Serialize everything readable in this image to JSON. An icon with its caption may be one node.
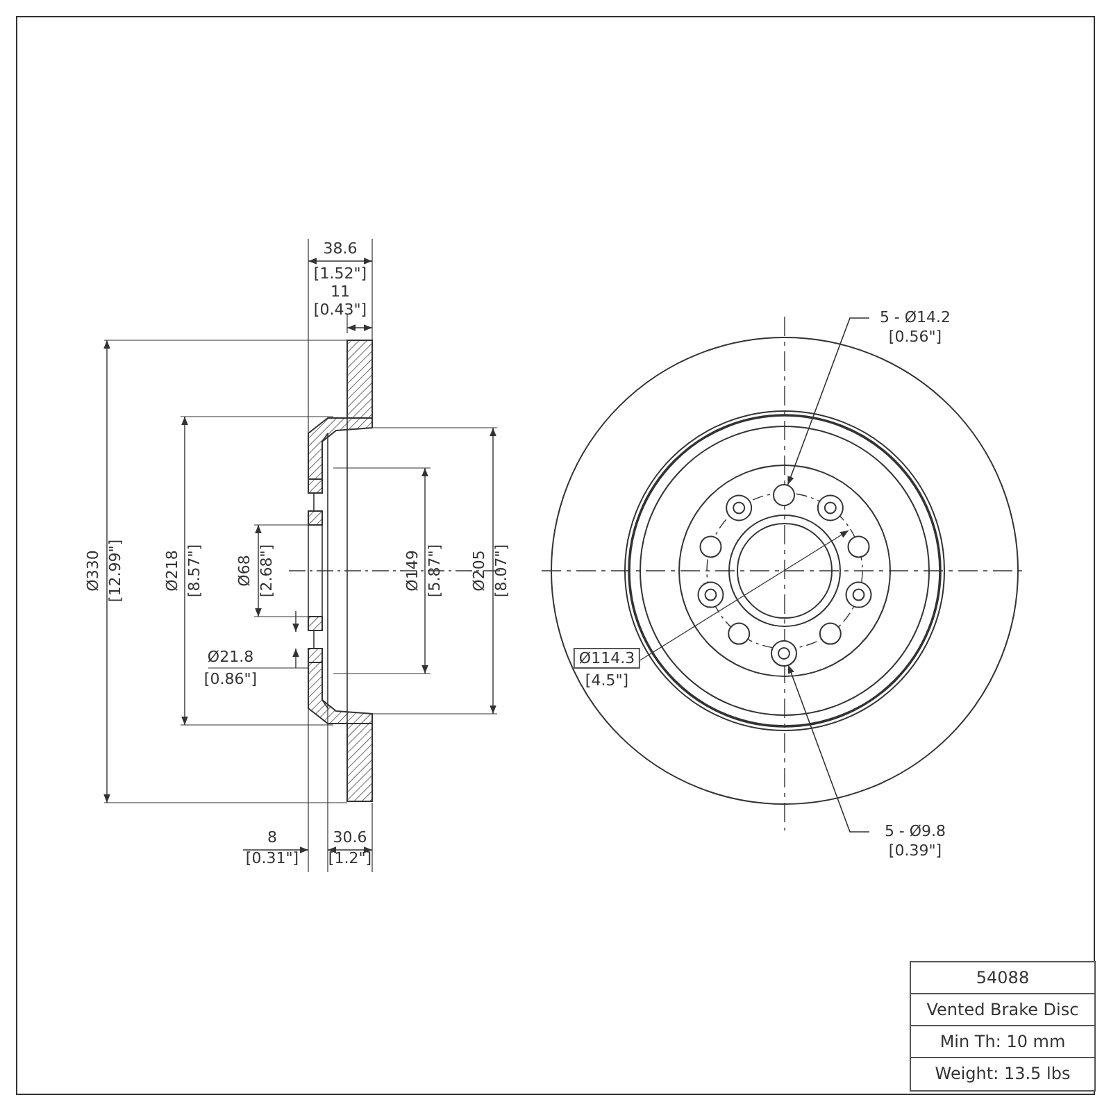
{
  "diagram": {
    "nodes": [
      {
        "text": [
          "5 - Ø14.2",
          "[0.56\"]"
        ]
      },
      {
        "text": [],
        "shape": "circle"
      },
      {
        "text": [
          "5 - Ø9.8",
          "[0.39\"]"
        ]
      },
      {
        "text": [],
        "shape": "circle"
      }
    ],
    "edges": [
      {
        "from": 0,
        "to": 1,
        "arrow": "to"
      },
      {
        "from": 2,
        "to": 3,
        "arrow": "to"
      }
    ],
    "labels": [
      "38.6",
      "[1.52\"]",
      "11",
      "[0.43\"]",
      "Ø330",
      "[12.99\"]",
      "Ø218",
      "[8.57\"]",
      "Ø68",
      "[2.68\"]",
      "Ø149",
      "[5.87\"]",
      "Ø205",
      "[8.07\"]",
      "Ø21.8",
      "[0.86\"]",
      "Ø114.3",
      "[4.5\"]",
      "8",
      "[0.31\"]",
      "30.6",
      "[1.2\"]",
      "54088",
      "Vented Brake Disc",
      "Min Th: 10 mm",
      "Weight: 13.5 lbs"
    ]
  }
}
